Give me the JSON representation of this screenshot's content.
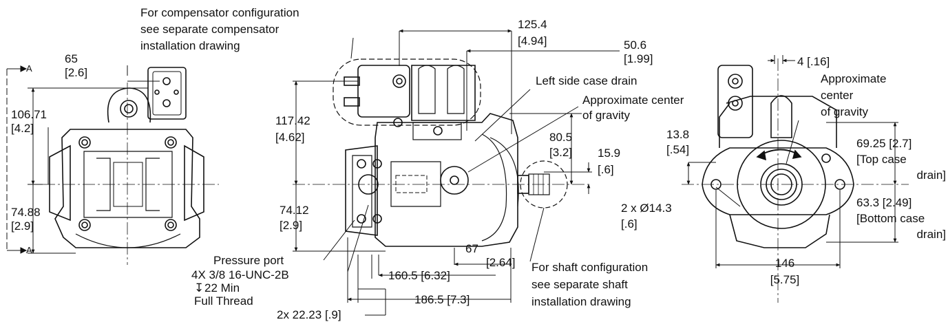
{
  "section_marks": {
    "top": "A",
    "bottom": "A"
  },
  "left_view": {
    "dim_width": {
      "mm": "65",
      "in": "[2.6]"
    },
    "dim_upper": {
      "mm": "106.71",
      "in": "[4.2]"
    },
    "dim_lower": {
      "mm": "74.88",
      "in": "[2.9]"
    }
  },
  "center_view": {
    "compensator_note": [
      "For compensator configuration",
      "see separate compensator",
      "installation drawing"
    ],
    "dim_125": {
      "mm": "125.4",
      "in": "[4.94]"
    },
    "dim_50": {
      "mm": "50.6",
      "in": "[1.99]"
    },
    "left_case_drain": "Left side case drain",
    "cog": [
      "Approximate center",
      "of gravity"
    ],
    "dim_117": {
      "mm": "117.42",
      "in": "[4.62]"
    },
    "dim_80": {
      "mm": "80.5",
      "in": "[3.2]"
    },
    "dim_15": {
      "mm": "15.9",
      "in": "[.6]"
    },
    "dim_74": {
      "mm": "74.12",
      "in": "[2.9]"
    },
    "pressure_port": "Pressure port",
    "thread_note": [
      "4X 3/8 16-UNC-2B",
      "22 Min",
      "Full Thread"
    ],
    "depth_symbol": "↧",
    "dim_67": {
      "mm": "67",
      "in": "[2.64]"
    },
    "dim_160": "160.5 [6.32]",
    "dim_186": "186.5 [7.3]",
    "dim_22": "2x 22.23 [.9]",
    "shaft_note": [
      "For shaft configuration",
      "see separate shaft",
      "installation drawing"
    ]
  },
  "right_view": {
    "dim_4": "4 [.16]",
    "cog": [
      "Approximate",
      "center",
      "of gravity"
    ],
    "dim_13": {
      "mm": "13.8",
      "in": "[.54]"
    },
    "top_drain": [
      "69.25 [2.7]",
      "[Top case",
      "drain]"
    ],
    "dim_holes": {
      "mm": "2 x Ø14.3",
      "in": "[.6]"
    },
    "bottom_drain": [
      "63.3 [2.49]",
      "[Bottom case",
      "drain]"
    ],
    "dim_146": {
      "mm": "146",
      "in": "[5.75]"
    }
  }
}
